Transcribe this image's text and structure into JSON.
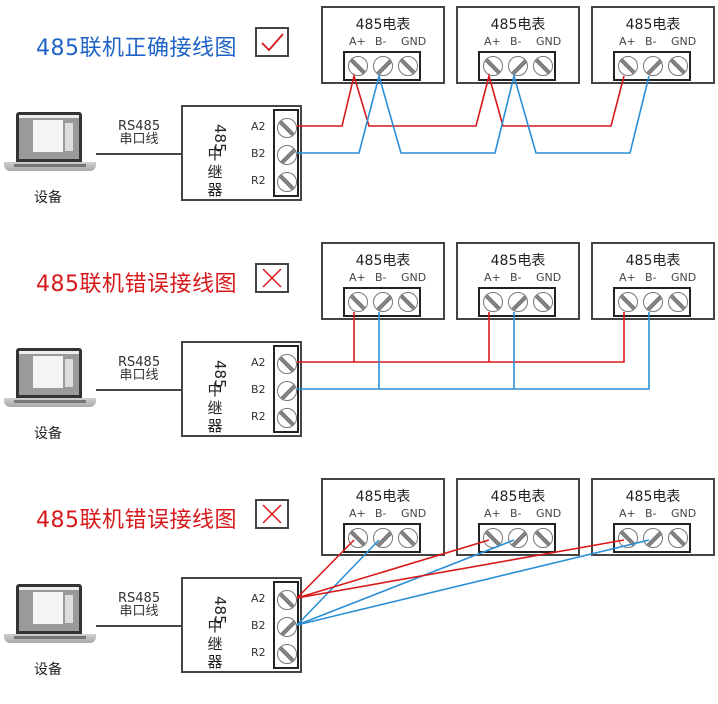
{
  "panels": [
    {
      "title": "485联机正确接线图",
      "status": "correct",
      "mark_icon": "check-icon",
      "device_label": "设备",
      "cable_label_line1": "RS485",
      "cable_label_line2": "串口线",
      "repeater": {
        "name_digits": "485",
        "name_chars": "中继器",
        "ports": [
          "A2",
          "B2",
          "R2"
        ]
      },
      "meters": [
        {
          "name": "485电表",
          "terminals": [
            "A+",
            "B-",
            "GND"
          ]
        },
        {
          "name": "485电表",
          "terminals": [
            "A+",
            "B-",
            "GND"
          ]
        },
        {
          "name": "485电表",
          "terminals": [
            "A+",
            "B-",
            "GND"
          ]
        }
      ],
      "wiring": "daisy-chain"
    },
    {
      "title": "485联机错误接线图",
      "status": "wrong",
      "mark_icon": "cross-icon",
      "device_label": "设备",
      "cable_label_line1": "RS485",
      "cable_label_line2": "串口线",
      "repeater": {
        "name_digits": "485",
        "name_chars": "中继器",
        "ports": [
          "A2",
          "B2",
          "R2"
        ]
      },
      "meters": [
        {
          "name": "485电表",
          "terminals": [
            "A+",
            "B-",
            "GND"
          ]
        },
        {
          "name": "485电表",
          "terminals": [
            "A+",
            "B-",
            "GND"
          ]
        },
        {
          "name": "485电表",
          "terminals": [
            "A+",
            "B-",
            "GND"
          ]
        }
      ],
      "wiring": "bus-with-stubs"
    },
    {
      "title": "485联机错误接线图",
      "status": "wrong",
      "mark_icon": "cross-icon",
      "device_label": "设备",
      "cable_label_line1": "RS485",
      "cable_label_line2": "串口线",
      "repeater": {
        "name_digits": "485",
        "name_chars": "中继器",
        "ports": [
          "A2",
          "B2",
          "R2"
        ]
      },
      "meters": [
        {
          "name": "485电表",
          "terminals": [
            "A+",
            "B-",
            "GND"
          ]
        },
        {
          "name": "485电表",
          "terminals": [
            "A+",
            "B-",
            "GND"
          ]
        },
        {
          "name": "485电表",
          "terminals": [
            "A+",
            "B-",
            "GND"
          ]
        }
      ],
      "wiring": "star"
    }
  ],
  "colors": {
    "correct_title": "#1f63c6",
    "wrong_title": "#d7191c",
    "wire_a": "#d7191c",
    "wire_b": "#2a8fd6"
  }
}
